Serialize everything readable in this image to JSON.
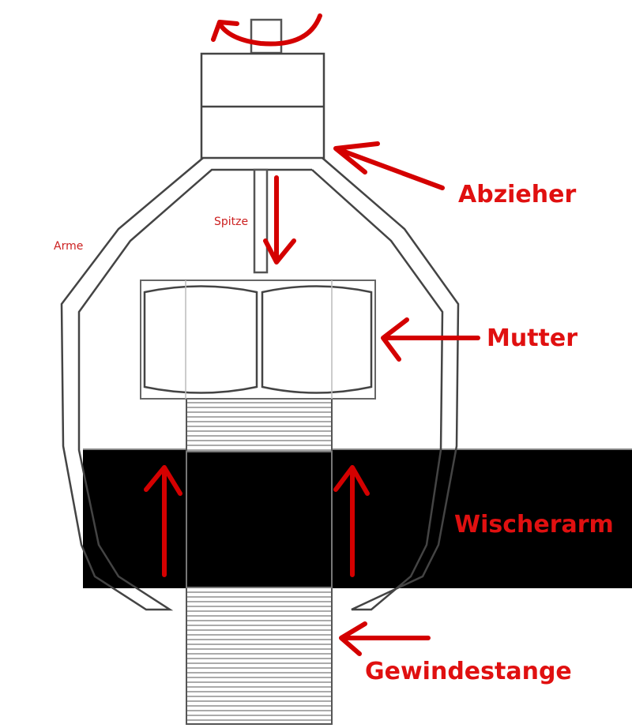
{
  "labels": {
    "abzieher": "Abzieher",
    "mutter": "Mutter",
    "wischerarm": "Wischerarm",
    "gewindestange": "Gewindestange",
    "spitze": "Spitze",
    "arme": "Arme"
  },
  "colors": {
    "arrow": "#d40000",
    "label": "#e01010",
    "wiper_arm": "#000000"
  }
}
